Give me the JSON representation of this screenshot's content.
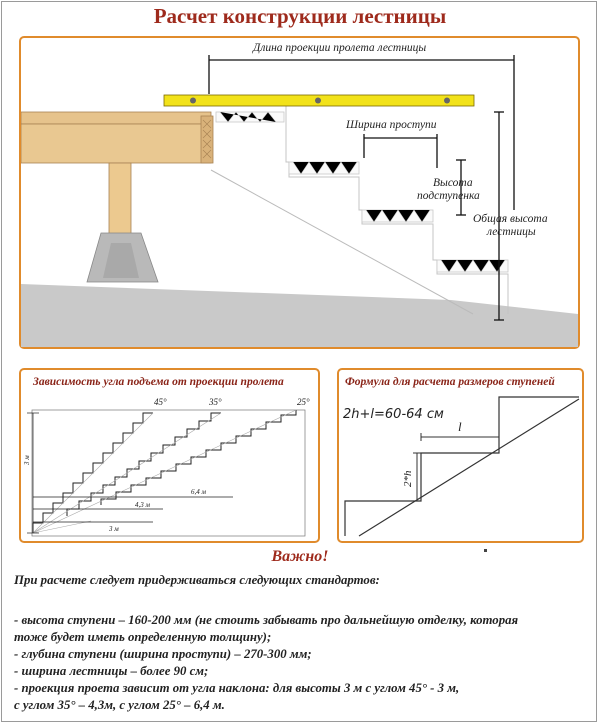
{
  "title": "Расчет конструкции лестницы",
  "main_diagram": {
    "span_label": "Длина проекции пролета лестницы",
    "tread_label": "Ширина проступи",
    "riser_label_line1": "Высота",
    "riser_label_line2": "подступенка",
    "total_label_line1": "Общая высота",
    "total_label_line2": "лестницы"
  },
  "angle_panel": {
    "title": "Зависимость угла подъема от проекции пролета",
    "angle_45": "45°",
    "angle_35": "35°",
    "angle_25": "25°",
    "height": "3 м",
    "span_3": "3 м",
    "span_43": "4,3 м",
    "span_64": "6,4 м"
  },
  "formula_panel": {
    "title": "Формула для расчета размеров ступеней",
    "formula": "2h+l=60-64 см",
    "l_label": "l",
    "h2_label": "2*h"
  },
  "important": "Важно!",
  "lines": [
    "При расчете следует придерживаться следующих стандартов:",
    "- высота ступени – 160-200 мм (не стоить забывать про дальнейшую отделку, которая",
    "тоже будет иметь определенную толщину);",
    "- глубина ступени (ширина проступи) – 270-300 мм;",
    "- ширина лестницы – более 90 см;",
    "- проекция проета зависит от угла наклона: для высоты 3 м с углом 45° - 3 м,",
    "с углом 35° – 4,3м, с углом 25° – 6,4 м."
  ],
  "colors": {
    "title": "#9e2a1c",
    "panel_border": "#e08b2c",
    "wood": "#e8c48e",
    "level": "#f2e21a",
    "floor": "#c8c8c8"
  }
}
